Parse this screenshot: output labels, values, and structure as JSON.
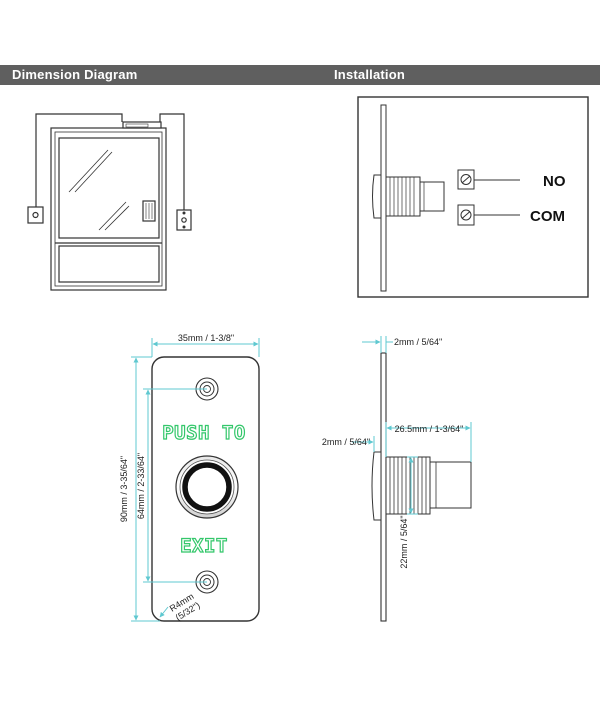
{
  "header": {
    "left_title": "Dimension Diagram",
    "right_title": "Installation"
  },
  "installation": {
    "no_label": "NO",
    "com_label": "COM"
  },
  "front_view": {
    "top_text": "PUSH TO",
    "bottom_text": "EXIT",
    "width_dim": "35mm / 1-3/8\"",
    "height_dim": "90mm / 3-35/64\"",
    "hole_spacing_dim": "64mm / 2-33/64\"",
    "radius_dim_line1": "R4mm",
    "radius_dim_line2": "(5/32\")"
  },
  "side_view": {
    "plate_thickness_dim": "2mm / 5/64\"",
    "depth_dim": "26.5mm / 1-3/64\"",
    "gap_dim": "2mm / 5/64\"",
    "diameter_dim": "22mm / 5/64\""
  },
  "colors": {
    "header_bg": "#5f5f5f",
    "dimension_line": "#5fc8d0",
    "text_outline": "#34c76b"
  }
}
